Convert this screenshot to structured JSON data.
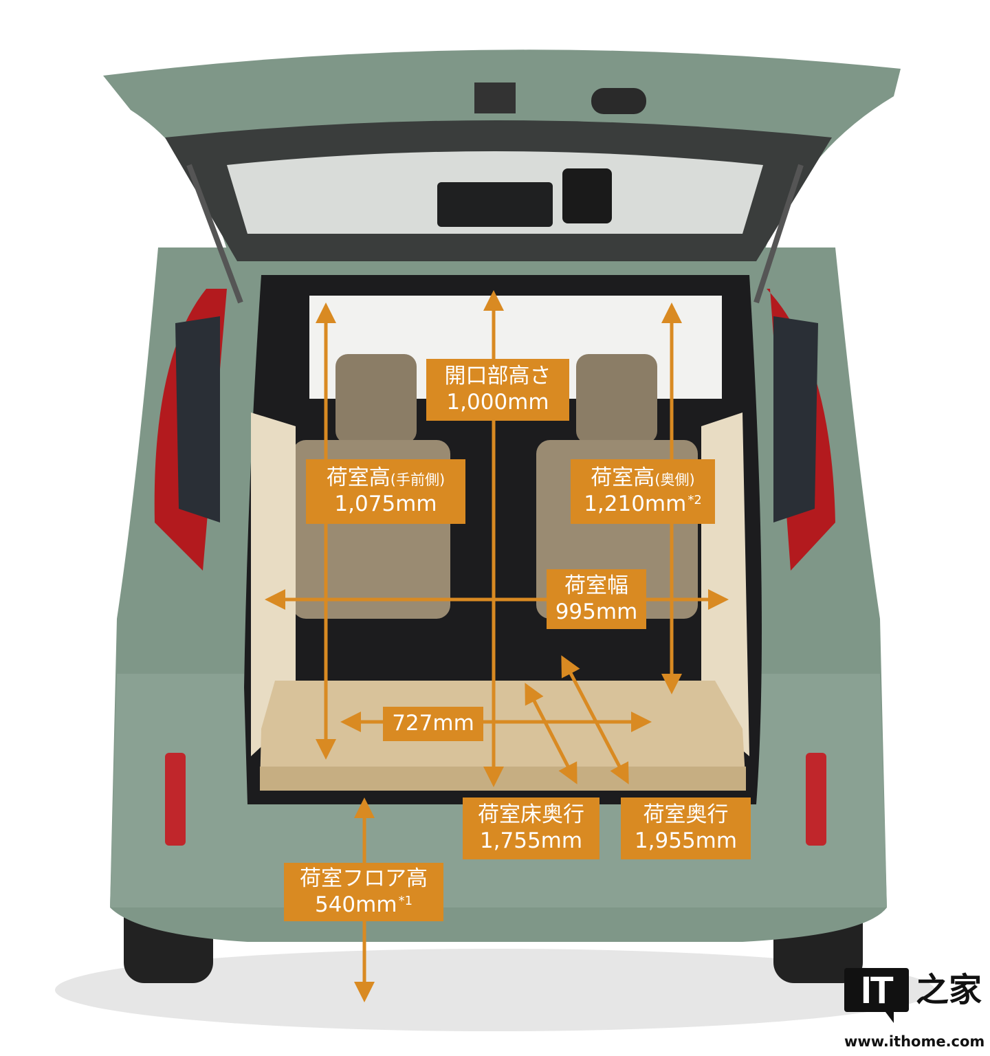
{
  "labels": {
    "opening_height": {
      "title": "開口部高さ",
      "value": "1,000mm"
    },
    "height_front": {
      "title": "荷室高",
      "note": "(手前側)",
      "value": "1,075mm"
    },
    "height_rear": {
      "title": "荷室高",
      "note": "(奥側)",
      "value": "1,210mm",
      "footnote": "*2"
    },
    "width": {
      "title": "荷室幅",
      "value": "995mm"
    },
    "between_wheelhouses": {
      "value": "727mm"
    },
    "floor_depth": {
      "title": "荷室床奥行",
      "value": "1,755mm"
    },
    "depth": {
      "title": "荷室奥行",
      "value": "1,955mm"
    },
    "floor_height": {
      "title": "荷室フロア高",
      "value": "540mm",
      "footnote": "*1"
    }
  },
  "watermark": {
    "logo_text": "IT之家",
    "url": "www.ithome.com"
  },
  "colors": {
    "label_bg": "#d98a22",
    "arrow": "#d98a22",
    "body": "#7f9788"
  }
}
